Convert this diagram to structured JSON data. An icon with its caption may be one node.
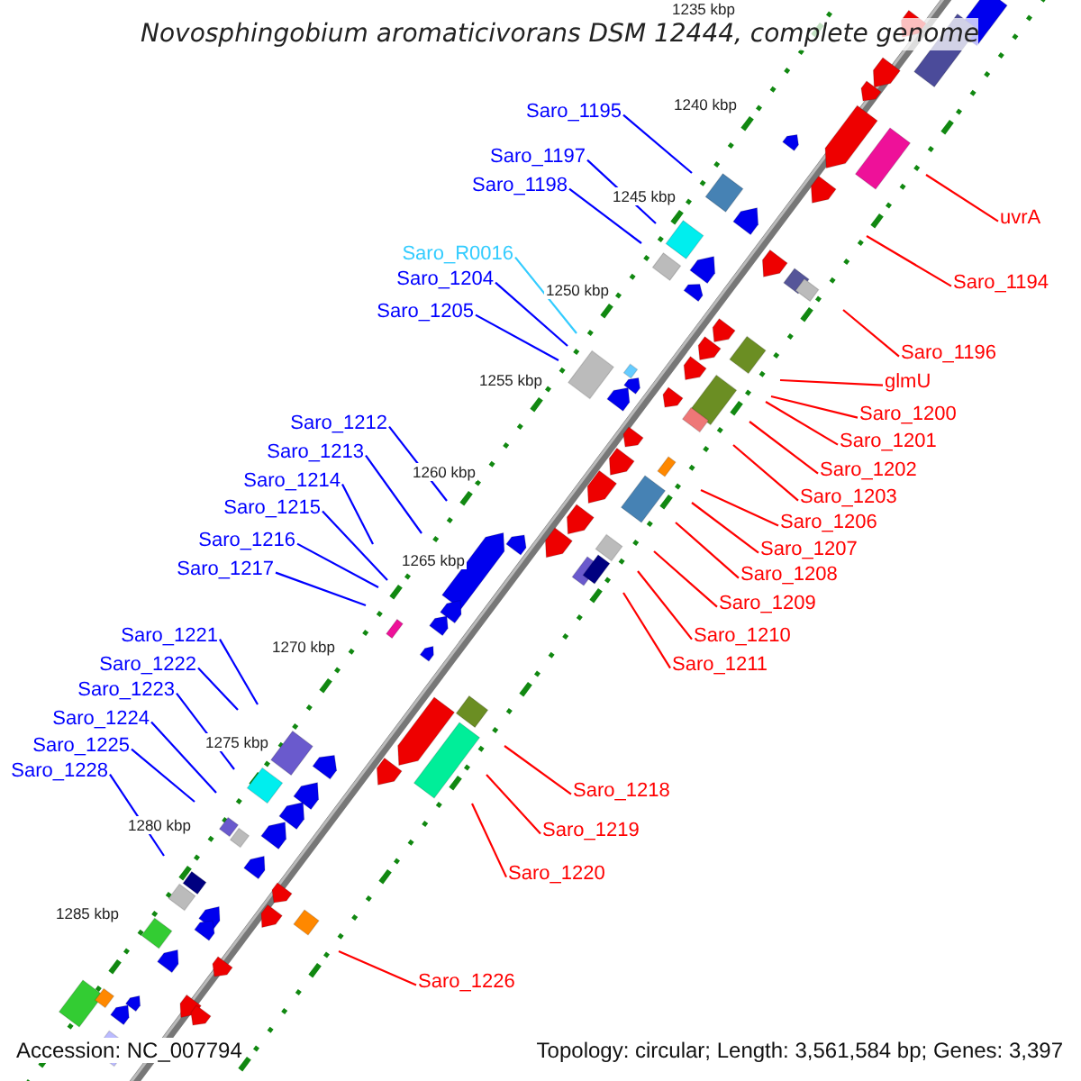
{
  "diagram": {
    "title": "Novosphingobium aromaticivorans DSM 12444, complete genome",
    "nodes": [
      {
        "text": [
          "Saro_1195"
        ]
      },
      {
        "text": [
          "Saro_1197"
        ]
      },
      {
        "text": [
          "Saro_1198"
        ]
      },
      {
        "text": [
          "uvrA"
        ]
      },
      {
        "text": [
          "Saro_R0016"
        ]
      },
      {
        "text": [
          "Saro_1204"
        ]
      },
      {
        "text": [
          "Saro_1194"
        ]
      },
      {
        "text": [
          "Saro_1205"
        ]
      },
      {
        "text": [
          "Saro_1196"
        ]
      },
      {
        "text": [
          "glmU"
        ]
      },
      {
        "text": [
          "Saro_1200"
        ]
      },
      {
        "text": [
          "Saro_1212"
        ]
      },
      {
        "text": [
          "Saro_1201"
        ]
      },
      {
        "text": [
          "Saro_1213"
        ]
      },
      {
        "text": [
          "Saro_1202"
        ]
      },
      {
        "text": [
          "Saro_1214"
        ]
      },
      {
        "text": [
          "Saro_1203"
        ]
      },
      {
        "text": [
          "Saro_1215"
        ]
      },
      {
        "text": [
          "Saro_1206"
        ]
      },
      {
        "text": [
          "Saro_1216"
        ]
      },
      {
        "text": [
          "Saro_1207"
        ]
      },
      {
        "text": [
          "Saro_1217"
        ]
      },
      {
        "text": [
          "Saro_1208"
        ]
      },
      {
        "text": [
          "Saro_1209"
        ]
      },
      {
        "text": [
          "Saro_1210"
        ]
      },
      {
        "text": [
          "Saro_1221"
        ]
      },
      {
        "text": [
          "Saro_1211"
        ]
      },
      {
        "text": [
          "Saro_1222"
        ]
      },
      {
        "text": [
          "Saro_1223"
        ]
      },
      {
        "text": [
          "Saro_1224"
        ]
      },
      {
        "text": [
          "Saro_1225"
        ]
      },
      {
        "text": [
          "Saro_1228"
        ]
      },
      {
        "text": [
          "Saro_1218"
        ]
      },
      {
        "text": [
          "Saro_1219"
        ]
      },
      {
        "text": [
          "Saro_1220"
        ]
      },
      {
        "text": [
          "Saro_1226"
        ]
      }
    ],
    "edges": [
      {
        "from": 0,
        "to": null,
        "arrow": "none",
        "color": "#0000ff"
      },
      {
        "from": 1,
        "to": null,
        "arrow": "none",
        "color": "#0000ff"
      },
      {
        "from": 2,
        "to": null,
        "arrow": "none",
        "color": "#0000ff"
      },
      {
        "from": 3,
        "to": null,
        "arrow": "none",
        "color": "#ff0000"
      },
      {
        "from": 4,
        "to": null,
        "arrow": "none",
        "color": "#33ccff"
      },
      {
        "from": 5,
        "to": null,
        "arrow": "none",
        "color": "#0000ff"
      },
      {
        "from": 6,
        "to": null,
        "arrow": "none",
        "color": "#ff0000"
      },
      {
        "from": 7,
        "to": null,
        "arrow": "none",
        "color": "#0000ff"
      },
      {
        "from": 8,
        "to": null,
        "arrow": "none",
        "color": "#ff0000"
      },
      {
        "from": 9,
        "to": null,
        "arrow": "none",
        "color": "#ff0000"
      },
      {
        "from": 10,
        "to": null,
        "arrow": "none",
        "color": "#ff0000"
      },
      {
        "from": 11,
        "to": null,
        "arrow": "none",
        "color": "#0000ff"
      },
      {
        "from": 12,
        "to": null,
        "arrow": "none",
        "color": "#ff0000"
      },
      {
        "from": 13,
        "to": null,
        "arrow": "none",
        "color": "#0000ff"
      },
      {
        "from": 14,
        "to": null,
        "arrow": "none",
        "color": "#ff0000"
      },
      {
        "from": 15,
        "to": null,
        "arrow": "none",
        "color": "#0000ff"
      },
      {
        "from": 16,
        "to": null,
        "arrow": "none",
        "color": "#ff0000"
      },
      {
        "from": 17,
        "to": null,
        "arrow": "none",
        "color": "#0000ff"
      },
      {
        "from": 18,
        "to": null,
        "arrow": "none",
        "color": "#ff0000"
      },
      {
        "from": 19,
        "to": null,
        "arrow": "none",
        "color": "#0000ff"
      },
      {
        "from": 20,
        "to": null,
        "arrow": "none",
        "color": "#ff0000"
      },
      {
        "from": 21,
        "to": null,
        "arrow": "none",
        "color": "#0000ff"
      },
      {
        "from": 22,
        "to": null,
        "arrow": "none",
        "color": "#ff0000"
      },
      {
        "from": 23,
        "to": null,
        "arrow": "none",
        "color": "#ff0000"
      },
      {
        "from": 24,
        "to": null,
        "arrow": "none",
        "color": "#ff0000"
      },
      {
        "from": 25,
        "to": null,
        "arrow": "none",
        "color": "#0000ff"
      },
      {
        "from": 26,
        "to": null,
        "arrow": "none",
        "color": "#ff0000"
      },
      {
        "from": 27,
        "to": null,
        "arrow": "none",
        "color": "#0000ff"
      },
      {
        "from": 28,
        "to": null,
        "arrow": "none",
        "color": "#0000ff"
      },
      {
        "from": 29,
        "to": null,
        "arrow": "none",
        "color": "#0000ff"
      },
      {
        "from": 30,
        "to": null,
        "arrow": "none",
        "color": "#0000ff"
      },
      {
        "from": 31,
        "to": null,
        "arrow": "none",
        "color": "#0000ff"
      },
      {
        "from": 32,
        "to": null,
        "arrow": "none",
        "color": "#ff0000"
      },
      {
        "from": 33,
        "to": null,
        "arrow": "none",
        "color": "#ff0000"
      },
      {
        "from": 34,
        "to": null,
        "arrow": "none",
        "color": "#ff0000"
      },
      {
        "from": 35,
        "to": null,
        "arrow": "none",
        "color": "#ff0000"
      }
    ],
    "labels": [
      "1235 kbp",
      "1240 kbp",
      "1245 kbp",
      "1250 kbp",
      "1255 kbp",
      "1260 kbp",
      "1265 kbp",
      "1270 kbp",
      "1275 kbp",
      "1280 kbp",
      "1285 kbp",
      "Accession: NC_007794",
      "Topology: circular; Length: 3,561,584 bp; Genes: 3,397"
    ]
  }
}
